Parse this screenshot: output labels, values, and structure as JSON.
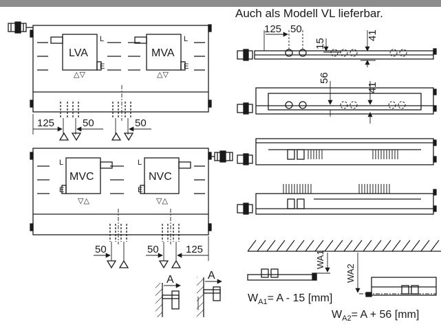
{
  "header": {
    "note": "Auch als Modell VL lieferbar."
  },
  "panels": {
    "top": {
      "valve_left": "LVA",
      "valve_right": "MVA",
      "marker_L": "L",
      "marker_E": "E",
      "flow_symbol": "△▽",
      "dims": {
        "d125": "125",
        "d50a": "50",
        "d50b": "50"
      }
    },
    "bottom": {
      "valve_left": "MVC",
      "valve_right": "NVC",
      "marker_L": "L",
      "marker_E": "E",
      "flow_symbol": "▽△",
      "dims": {
        "d50a": "50",
        "d50b": "50",
        "d125": "125"
      }
    }
  },
  "side_view": {
    "d125": "125",
    "d50": "50",
    "d15": "15",
    "d41a": "41",
    "d56": "56",
    "d41b": "41"
  },
  "wall": {
    "label_A": "A",
    "label_WA1": "WA1",
    "label_WA2": "WA2"
  },
  "formulas": {
    "wa1": {
      "sym": "W",
      "sub": "A1",
      "rest": "= A - 15 [mm]"
    },
    "wa2": {
      "sym": "W",
      "sub": "A2",
      "rest": "= A + 56 [mm]"
    }
  }
}
